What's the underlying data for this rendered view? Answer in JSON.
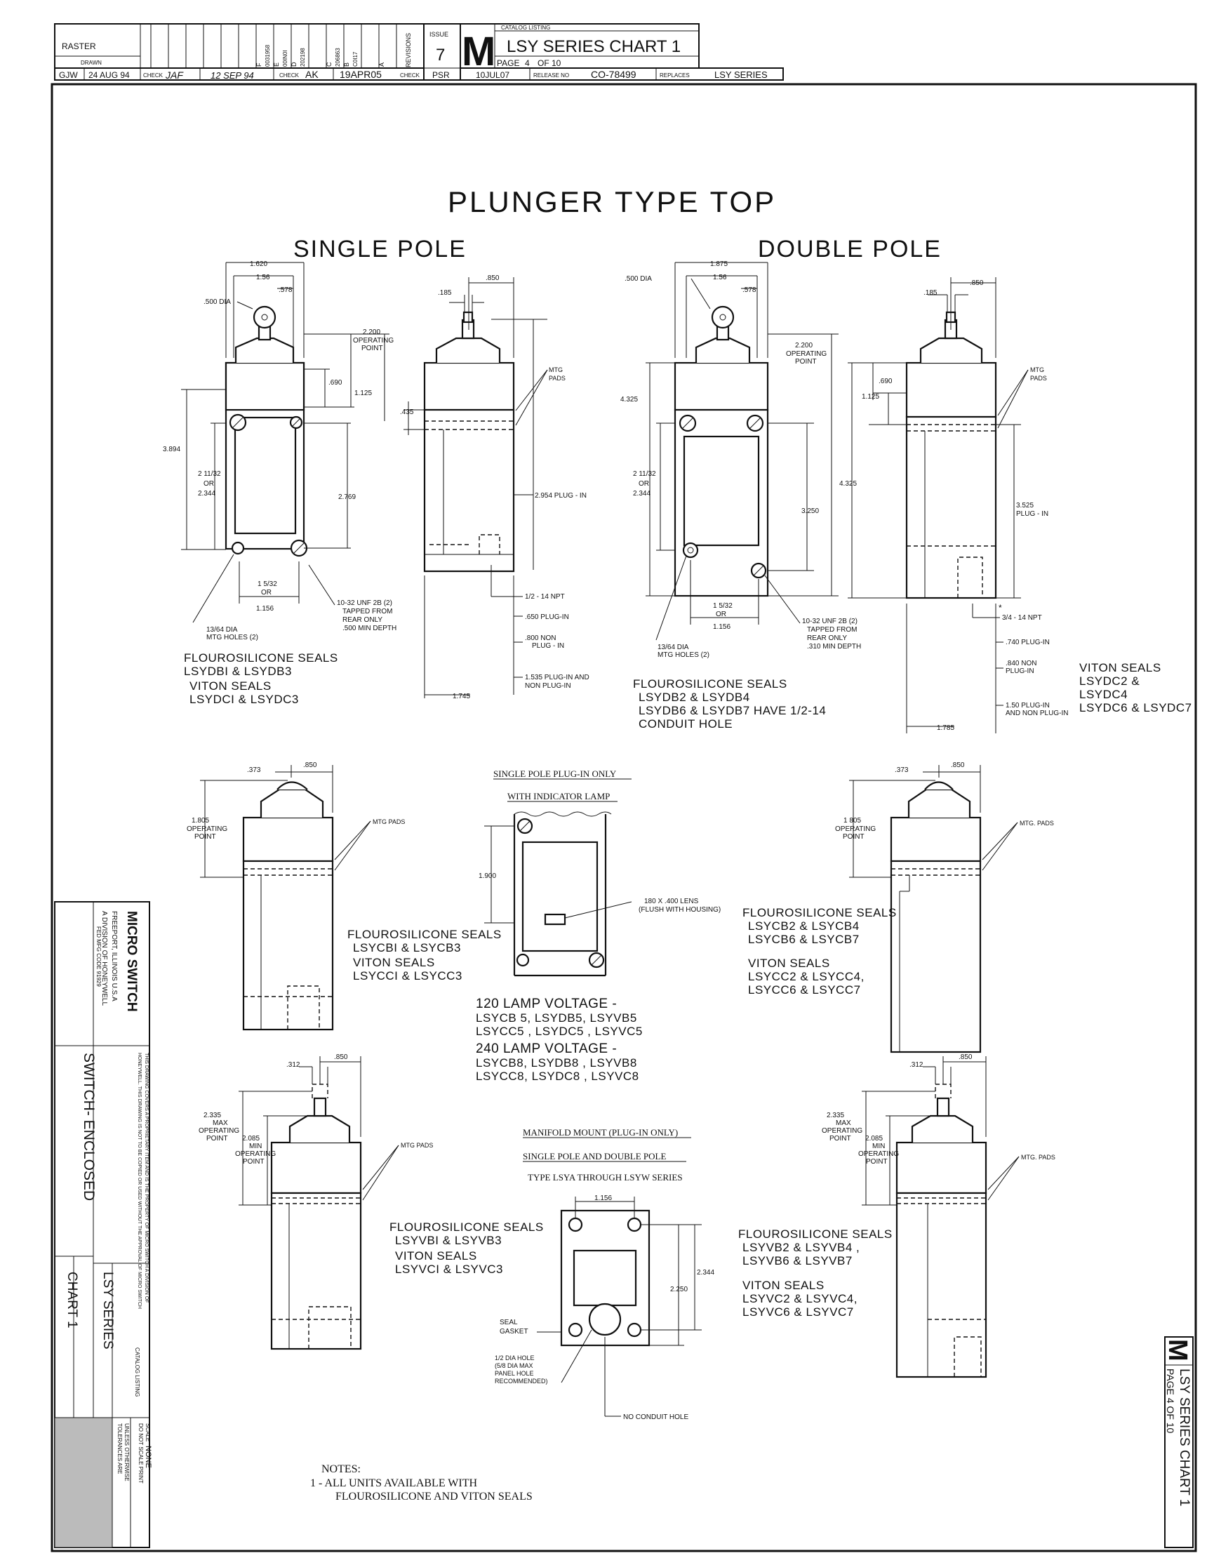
{
  "title_block": {
    "raster": "RASTER",
    "drawn": "DRAWN",
    "drawn_by": "GJW",
    "drawn_date": "24 AUG 94",
    "check_label": "CHECK",
    "checked_by": "JAF",
    "checked_date": "12 SEP 94",
    "checked_by_2": "AK",
    "checked_date_2": "19APR05",
    "check_label_2": "CHECK",
    "revisions_label": "REVISIONS",
    "revisions": [
      "A",
      "B",
      "C",
      "D",
      "E",
      "F"
    ],
    "rev_codes": [
      "206863",
      "C0I17",
      "202198",
      "00IN0I",
      "0031958"
    ],
    "issue_label": "ISSUE",
    "issue": "7",
    "issue_by": "PSR",
    "issue_date": "10JUL07",
    "logo_letter": "M",
    "catalog_listing_label": "CATALOG LISTING",
    "chart_title": "LSY SERIES CHART 1",
    "page_label": "PAGE",
    "page_number": "4",
    "page_of": "OF 10",
    "release_label": "RELEASE NO",
    "release_no": "CO-78499",
    "replaces_label": "REPLACES",
    "replaces": "LSY SERIES"
  },
  "main_title": "PLUNGER TYPE TOP",
  "single_pole": {
    "heading": "SINGLE POLE",
    "dims": {
      "w1": "1.620",
      "w2": "1.56",
      "w3": ".578",
      "dia": ".500 DIA",
      "op_point": "2.200",
      "op_point_label_1": "OPERATING",
      "op_point_label_2": "POINT",
      "h_690": ".690",
      "h_1125": "1.125",
      "h_3894": "3.894",
      "h_2_11_32": "2 11/32",
      "or": "OR",
      "h_2344": "2.344",
      "h_2769": "2.769",
      "w_1_5_32": "1 5/32",
      "w_1156": "1.156",
      "tap_1": "10-32 UNF 2B (2)",
      "tap_2": "TAPPED FROM",
      "tap_3": "REAR ONLY",
      "tap_4": ".500 MIN DEPTH",
      "mtg_1": "13/64 DIA",
      "mtg_2": "MTG HOLES (2)"
    },
    "side": {
      "d185": ".185",
      "d850": ".850",
      "d435": ".435",
      "mtg_pads_1": "MTG",
      "mtg_pads_2": "PADS",
      "plug_in": "2.954 PLUG - IN",
      "npt": "1/2 - 14 NPT",
      "plug_650": ".650 PLUG-IN",
      "nonplug_800_1": ".800 NON",
      "nonplug_800_2": "PLUG - IN",
      "plug_1535_1": "1.535 PLUG-IN AND",
      "plug_1535_2": "NON PLUG-IN",
      "d1745": "1.745"
    },
    "seal_lines": [
      "FLOUROSILICONE SEALS",
      "LSYDBI & LSYDB3",
      "VITON SEALS",
      "LSYDCI & LSYDC3"
    ]
  },
  "double_pole": {
    "heading": "DOUBLE POLE",
    "dims": {
      "w1": "1.875",
      "w2": "1.56",
      "w3": ".578",
      "dia": ".500 DIA",
      "op_point": "2.200",
      "op_point_label_1": "OPERATING",
      "op_point_label_2": "POINT",
      "h_4325": "4.325",
      "h_2_11_32": "2 11/32",
      "or": "OR",
      "h_2344": "2.344",
      "h_3250": "3.250",
      "w_1_5_32": "1 5/32",
      "w_1156": "1.156",
      "tap_1": "10-32 UNF 2B (2)",
      "tap_2": "TAPPED FROM",
      "tap_3": "REAR ONLY",
      "tap_4": ".310 MIN DEPTH",
      "mtg_1": "13/64 DIA",
      "mtg_2": "MTG HOLES (2)"
    },
    "side": {
      "d185": ".185",
      "d850": ".850",
      "h_690": ".690",
      "h_1125": "1.125",
      "h_4325": "4.325",
      "mtg_pads_1": "MTG",
      "mtg_pads_2": "PADS",
      "plug_3525_1": "3.525",
      "plug_3525_2": "PLUG - IN",
      "npt": "3/4 - 14 NPT",
      "star": "*",
      "plug_740": ".740 PLUG-IN",
      "nonplug_840_1": ".840 NON",
      "nonplug_840_2": "PLUG-IN",
      "plug_150_1": "1.50 PLUG-IN",
      "plug_150_2": "AND NON PLUG-IN",
      "d1785": "1.785"
    },
    "seal_lines": [
      "FLOUROSILICONE SEALS",
      "LSYDB2 & LSYDB4",
      "LSYDB6 & LSYDB7 HAVE 1/2-14",
      "CONDUIT HOLE"
    ],
    "viton_lines": [
      "VITON SEALS",
      "LSYDC2 &",
      "LSYDC4",
      "LSYDC6 & LSYDC7"
    ]
  },
  "mid_left": {
    "d373": ".373",
    "d850": ".850",
    "op": "1.805",
    "op_1": "OPERATING",
    "op_2": "POINT",
    "mtg": "MTG  PADS",
    "seal_lines": [
      "FLOUROSILICONE SEALS",
      "LSYCBI & LSYCB3",
      "VITON SEALS",
      "LSYCCI & LSYCC3"
    ]
  },
  "indicator": {
    "title_1": "SINGLE POLE PLUG-IN ONLY",
    "title_2": "WITH INDICATOR LAMP",
    "h1900": "1.900",
    "lens_1": "180 X .400 LENS",
    "lens_2": "(FLUSH WITH HOUSING)",
    "lamp_lines": [
      "120 LAMP VOLTAGE -",
      "LSYCB 5, LSYDB5, LSYVB5",
      "LSYCC5 , LSYDC5 , LSYVC5",
      "240 LAMP VOLTAGE -",
      "LSYCB8, LSYDB8 , LSYVB8",
      "LSYCC8, LSYDC8 , LSYVC8"
    ]
  },
  "mid_right": {
    "d373": ".373",
    "d850": ".850",
    "op": "1 805",
    "op_1": "OPERATING",
    "op_2": "POINT",
    "mtg": "MTG. PADS",
    "seal_lines": [
      "FLOUROSILICONE SEALS",
      "LSYCB2 & LSYCB4",
      "LSYCB6 & LSYCB7",
      "VITON SEALS",
      "LSYCC2 & LSYCC4,",
      "LSYCC6 & LSYCC7"
    ]
  },
  "low_left": {
    "d312": ".312",
    "d850": ".850",
    "max": "2.335",
    "max_1": "MAX",
    "max_2": "OPERATING",
    "max_3": "POINT",
    "min": "2.085",
    "min_1": "MIN",
    "min_2": "OPERATING",
    "min_3": "POINT",
    "mtg": "MTG  PADS",
    "seal_lines": [
      "FLOUROSILICONE SEALS",
      "LSYVBI & LSYVB3",
      "VITON SEALS",
      "LSYVCI & LSYVC3"
    ]
  },
  "manifold": {
    "title_1": "MANIFOLD MOUNT (PLUG-IN ONLY)",
    "title_2": "SINGLE POLE AND DOUBLE POLE",
    "title_3": "TYPE LSYA THROUGH LSYW SERIES",
    "w1156": "1.156",
    "h2344": "2.344",
    "h2250": "2.250",
    "seal_1": "SEAL",
    "seal_2": "GASKET",
    "hole_1": "1/2 DIA HOLE",
    "hole_2": "(5/8 DIA MAX",
    "hole_3": "PANEL HOLE",
    "hole_4": "RECOMMENDED)",
    "conduit": "NO CONDUIT HOLE"
  },
  "low_right": {
    "d312": ".312",
    "d850": ".850",
    "max": "2.335",
    "max_1": "MAX",
    "max_2": "OPERATING",
    "max_3": "POINT",
    "min": "2.085",
    "min_1": "MIN",
    "min_2": "OPERATING",
    "min_3": "POINT",
    "mtg": "MTG. PADS",
    "seal_lines": [
      "FLOUROSILICONE SEALS",
      "LSYVB2 & LSYVB4 ,",
      "LSYVB6 & LSYVB7",
      "VITON SEALS",
      "LSYVC2 & LSYVC4,",
      "LSYVC6 & LSYVC7"
    ]
  },
  "notes": {
    "heading": "NOTES:",
    "line_1": "1  -  ALL UNITS AVAILABLE WITH",
    "line_2": "FLOUROSILICONE AND VITON SEALS"
  },
  "side_block": {
    "company": "MICRO SWITCH",
    "location": "FREEPORT, ILLINOIS U.S.A",
    "division": "A DIVISION OF HONEYWELL",
    "code": "FED MFG CODE 91929",
    "legal_1": "THIS DRAWING COVERS A PROPRIETARY ITEM AND IS THE PROPERTY OF MICRO SWITCH A DIVISION OF",
    "legal_2": "HONEYWELL. THIS DRAWING IS NOT TO BE COPIED OR USED WITHOUT THE APPROVAL OF MICRO SWITCH",
    "product": "SWITCH- ENCLOSED",
    "catalog": "CATALOG LISTING",
    "series": "LSY SERIES",
    "chart": "CHART 1",
    "unless": "UNLESS OTHERWISE",
    "tolerances": "TOLERANCES ARE",
    "scale_label": "SCALE",
    "scale_value": "NONE",
    "do_not_scale": "DO NOT SCALE PRINT"
  },
  "corner_stamp": {
    "logo": "M",
    "title": "LSY SERIES CHART 1",
    "page": "PAGE  4 OF 10"
  }
}
